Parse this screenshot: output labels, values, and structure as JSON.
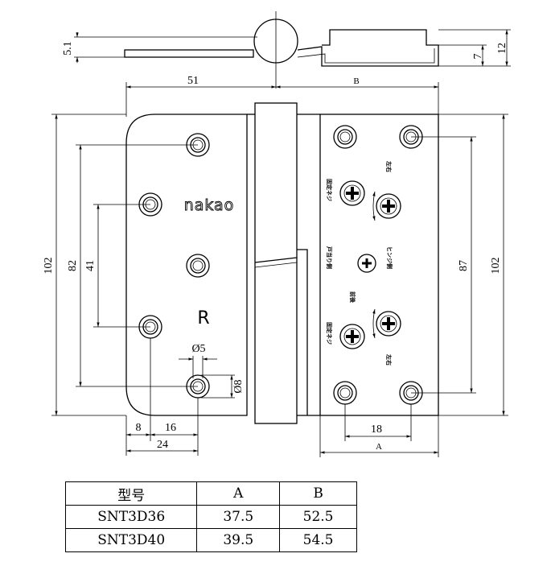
{
  "dimensions": {
    "d_5_1": "5.1",
    "d_12": "12",
    "d_7": "7",
    "d_51": "51",
    "d_B": "B",
    "d_102_left": "102",
    "d_82": "82",
    "d_41": "41",
    "d_87": "87",
    "d_102_right": "102",
    "d_8": "8",
    "d_16": "16",
    "d_24": "24",
    "d_18": "18",
    "d_A": "A",
    "d_phi5": "Ø5",
    "d_phi8": "Ø8"
  },
  "labels": {
    "brand": "nakao",
    "side": "R",
    "kotei_neji_top": "固定ネジ",
    "kotei_neji_bottom": "固定ネジ",
    "sayu_top": "左右",
    "sayu_bottom": "左右",
    "toatari_gawa": "戸当り側",
    "hinge_gawa": "ヒンジ側",
    "zengo": "前後"
  },
  "table": {
    "headers": [
      "型号",
      "A",
      "B"
    ],
    "rows": [
      [
        "SNT3D36",
        "37.5",
        "52.5"
      ],
      [
        "SNT3D40",
        "39.5",
        "54.5"
      ]
    ]
  }
}
